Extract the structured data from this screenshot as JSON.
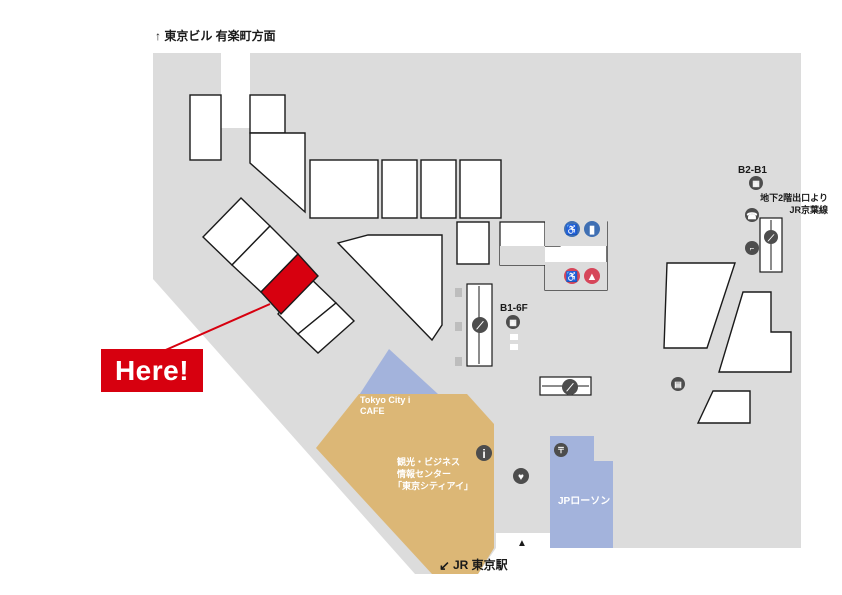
{
  "colors": {
    "background": "#ffffff",
    "floor": "#dcdcdc",
    "shop": "#ffffff",
    "outline": "#1a1a1a",
    "here": "#d7000f",
    "cafe": "#a3b3dc",
    "info_center": "#dcb776",
    "lawson": "#a3b3dc",
    "icon": "#4d4d4d",
    "accessible_toilet": "#3f6fb3",
    "womens_toilet": "#d6465a"
  },
  "directions": {
    "north": "↑ 東京ビル 有楽町方面",
    "south": "JR 東京駅",
    "south_arrow": "↙",
    "exit_arrow": "▲"
  },
  "here_label": "Here!",
  "areas": {
    "cafe": [
      "Tokyo City i",
      "CAFE"
    ],
    "info_center": [
      "観光・ビジネス",
      "情報センター",
      "「東京シティアイ」"
    ],
    "lawson": "JPローソン"
  },
  "floor_labels": {
    "b1_6f": "B1-6F",
    "b2_b1": "B2-B1",
    "keiyo_line": [
      "地下2階出口より",
      "JR京葉線"
    ]
  },
  "icons": {
    "elevator": "elevator-icon",
    "escalator": "escalator-icon",
    "stairs": "stairs-icon",
    "telephone": "telephone-icon",
    "information": "information-icon",
    "accessible_toilet": "accessible-toilet-icon",
    "mens_toilet": "mens-toilet-icon",
    "womens_toilet": "womens-toilet-icon",
    "coin_locker": "coin-locker-icon",
    "aed": "aed-icon",
    "post": "post-icon"
  }
}
